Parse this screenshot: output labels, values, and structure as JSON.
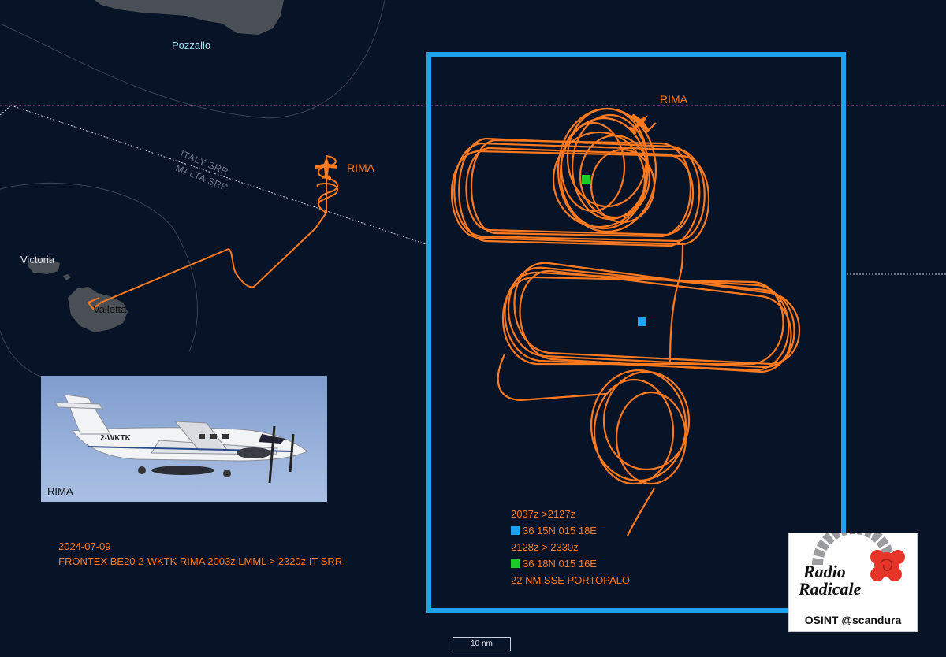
{
  "places": {
    "pozzallo": "Pozzallo",
    "victoria": "Victoria",
    "valletta": "Valletta"
  },
  "srr": {
    "italy": "ITALY SRR",
    "malta": "MALTA SRR"
  },
  "aircraft": {
    "callsign_outer": "RIMA",
    "callsign_inset": "RIMA",
    "photo_caption": "RIMA",
    "photo_registration": "2-WKTK",
    "icon": "airplane-icon"
  },
  "info": {
    "date": "2024-07-09",
    "flight": "FRONTEX BE20 2-WKTK RIMA 2003z LMML > 2320z IT SRR"
  },
  "readout": {
    "time1": "2037z >2127z",
    "pos1": "36 15N 015 18E",
    "time2": "2128z > 2330z",
    "pos2": "36 18N 015 16E",
    "distance": "22 NM SSE PORTOPALO"
  },
  "logo": {
    "line1": "Radio",
    "line2": "Radicale",
    "osint": "OSINT @scandura"
  },
  "scale": "10 nm",
  "colors": {
    "background": "#071327",
    "track": "#ff7a1f",
    "frame": "#1ea2f0",
    "marker_blue": "#1ea2f0",
    "marker_green": "#1fc92a",
    "land": "#4a4e55"
  }
}
